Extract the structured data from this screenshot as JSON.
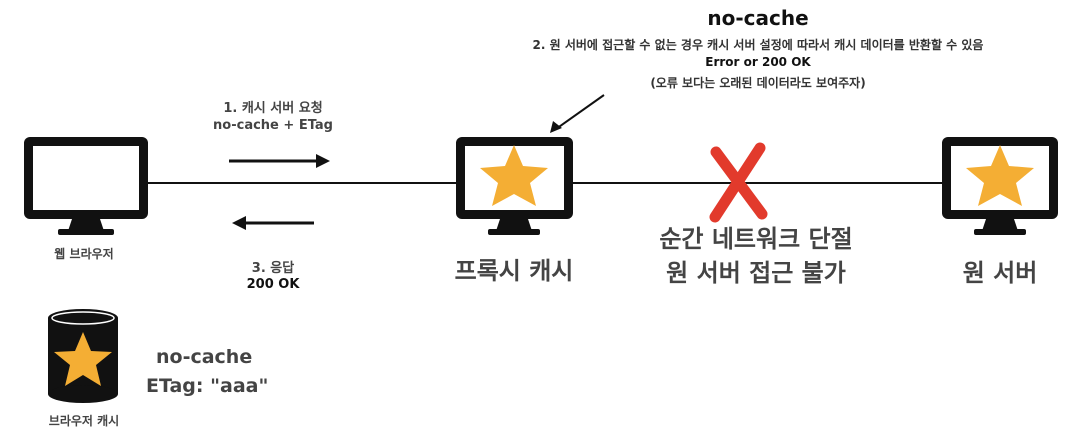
{
  "title": "no-cache",
  "note": {
    "line1": "2. 원 서버에 접근할 수 없는 경우 캐시 서버 설정에 따라서 캐시 데이터를 반환할 수 있음",
    "line2": "Error or 200 OK",
    "line3": "(오류 보다는 오래된 데이터라도 보여주자)"
  },
  "request": {
    "line1": "1. 캐시 서버 요청",
    "line2": "no-cache + ETag"
  },
  "response": {
    "line1": "3. 응답",
    "line2": "200 OK"
  },
  "nodes": {
    "browser": "웹 브라우저",
    "proxy": "프록시 캐시",
    "origin": "원 서버"
  },
  "network_failure": {
    "line1": "순간 네트워크 단절",
    "line2": "원 서버 접근 불가"
  },
  "browser_cache": {
    "label": "브라우저 캐시",
    "line1": "no-cache",
    "line2": "ETag: \"aaa\""
  },
  "colors": {
    "star": "#f4ae34",
    "cross": "#e23a2c",
    "line": "#111111",
    "muted": "#444444"
  }
}
